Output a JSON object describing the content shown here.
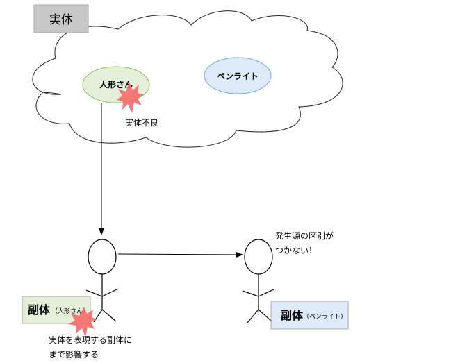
{
  "entity_label": "実体",
  "cloud": {
    "doll": "人形さん",
    "penlight": "ペンライト",
    "defect": "実体不良"
  },
  "sub_doll": {
    "main": "副体",
    "sub": "（人形さん）"
  },
  "sub_penlight": {
    "main": "副体",
    "sub": "（ペンライト）"
  },
  "note_source": [
    "発生源の区別が",
    "つかない！"
  ],
  "note_effect": [
    "実体を表現する副体に",
    "まで影響する"
  ],
  "colors": {
    "entity_box": "#c8c8c8",
    "doll_fill": "#e3efd9",
    "doll_stroke": "#8cbf5a",
    "penlight_fill": "#deeaf8",
    "penlight_stroke": "#6fa8dc",
    "burst": "#f46a6a"
  }
}
